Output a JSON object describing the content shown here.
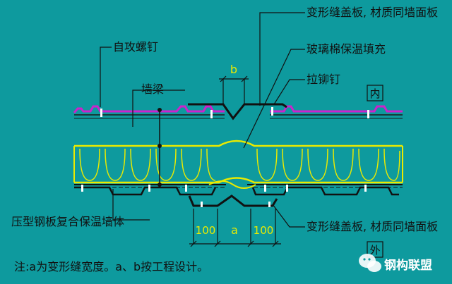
{
  "labels": {
    "top_cover": "变形缝盖板, 材质同墙面板",
    "insulation_fill": "玻璃棉保温填充",
    "rivet": "拉铆钉",
    "self_tapping_screw": "自攻螺钉",
    "wall_beam": "墙梁",
    "inner": "内",
    "outer": "外",
    "composite_wall": "压型钢板复合保温墙体",
    "bottom_cover": "变形缝盖板, 材质同墙面板"
  },
  "dimensions": {
    "b": "b",
    "a": "a",
    "left_100": "100",
    "right_100": "100"
  },
  "note": "注:a为变形缝宽度。a、b按工程设计。",
  "watermark": "钢构联盟",
  "colors": {
    "background": "#0e9a9e",
    "panel": "#eaea00",
    "cover": "#cc22cc",
    "line": "#111111",
    "fastener": "#ffffff"
  }
}
